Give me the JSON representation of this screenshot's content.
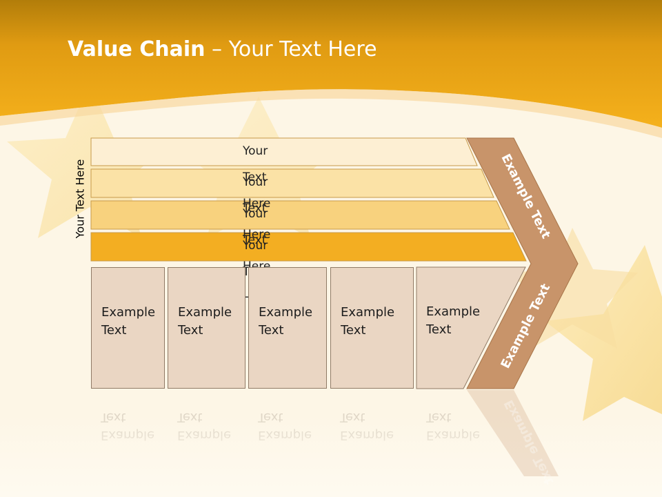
{
  "slide": {
    "title_bold": "Value Chain",
    "title_rest": " – Your Text Here",
    "side_label": "Your Text Here"
  },
  "bands": [
    {
      "text": "Your Text Here"
    },
    {
      "text": "Your Text Here"
    },
    {
      "text": "Your Text Here"
    },
    {
      "text": "Your Text Here"
    }
  ],
  "boxes": [
    {
      "line1": "Example",
      "line2": "Text"
    },
    {
      "line1": "Example",
      "line2": "Text"
    },
    {
      "line1": "Example",
      "line2": "Text"
    },
    {
      "line1": "Example",
      "line2": "Text"
    },
    {
      "line1": "Example",
      "line2": "Text"
    }
  ],
  "chevron": {
    "upper_text": "Example Text",
    "lower_text": "Example Text"
  },
  "colors": {
    "header_orange": "#f2ae1c",
    "band_1": "#fdefd3",
    "band_2": "#fbe2a6",
    "band_3": "#f8d27e",
    "band_4": "#f3ae22",
    "box_fill": "#ead6c3",
    "chevron_fill": "#c8946a"
  }
}
